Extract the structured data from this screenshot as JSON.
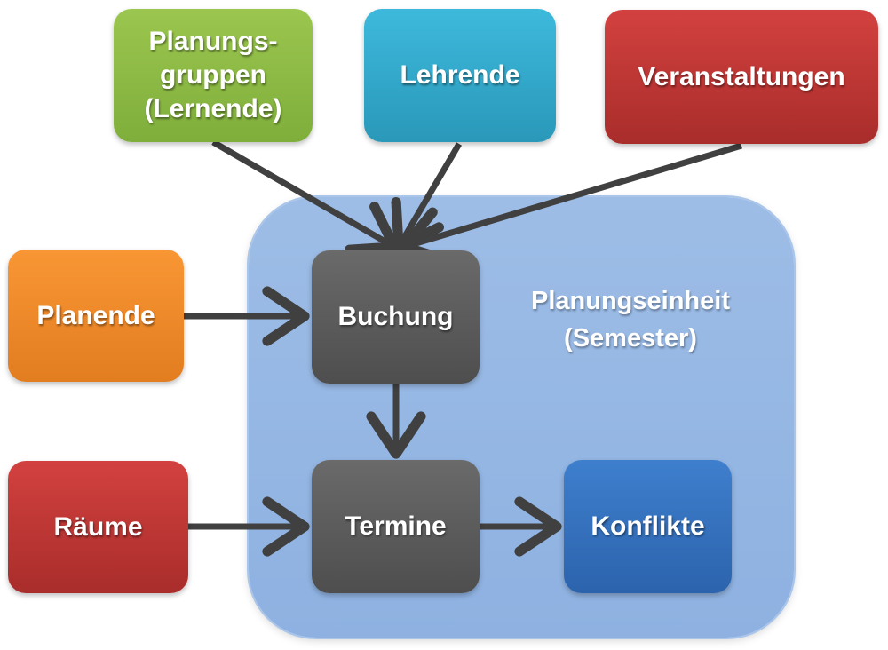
{
  "container": {
    "label": "Planungseinheit\n(Semester)"
  },
  "nodes": {
    "planungsgruppen": "Planungs-\ngruppen\n(Lernende)",
    "lehrende": "Lehrende",
    "veranstaltungen": "Veranstaltungen",
    "planende": "Planende",
    "raeume": "Räume",
    "buchung": "Buchung",
    "termine": "Termine",
    "konflikte": "Konflikte"
  },
  "colors": {
    "green": "#8bb944",
    "teal": "#33a9cc",
    "red": "#be3735",
    "orange": "#f08a2a",
    "dark": "#5c5c5c",
    "blue": "#3570bd",
    "container": "#95b7e3",
    "arrow": "#404040"
  },
  "connections": [
    [
      "planungsgruppen",
      "buchung"
    ],
    [
      "lehrende",
      "buchung"
    ],
    [
      "veranstaltungen",
      "buchung"
    ],
    [
      "planende",
      "buchung"
    ],
    [
      "buchung",
      "termine"
    ],
    [
      "raeume",
      "termine"
    ],
    [
      "termine",
      "konflikte"
    ]
  ]
}
